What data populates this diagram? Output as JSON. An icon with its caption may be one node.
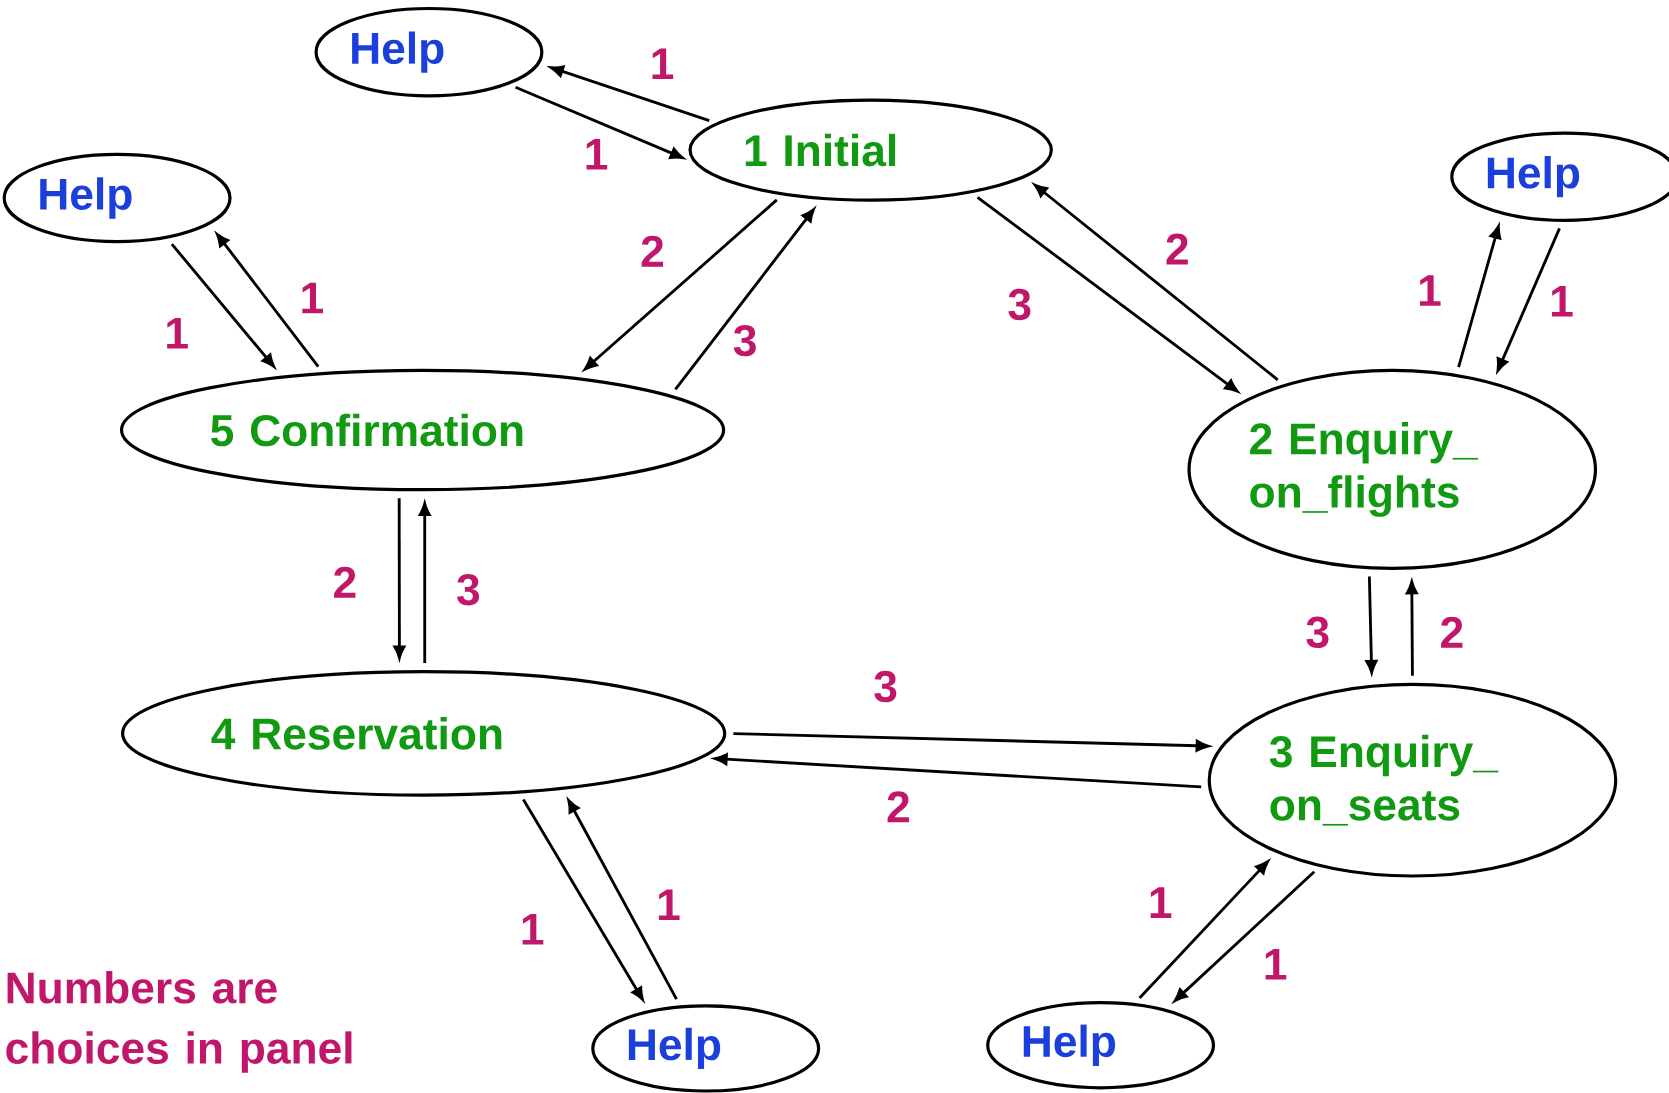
{
  "diagram": {
    "nodes": [
      {
        "text": [
          "1 Initial"
        ]
      },
      {
        "text": [
          "2 Enquiry_ on_flights"
        ]
      },
      {
        "text": [
          "3 Enquiry_ on_seats"
        ]
      },
      {
        "text": [
          "4 Reservation"
        ]
      },
      {
        "text": [
          "5 Confirmation"
        ]
      },
      {
        "text": [
          "Help"
        ]
      },
      {
        "text": [
          "Help"
        ]
      },
      {
        "text": [
          "Help"
        ]
      },
      {
        "text": [
          "Help"
        ]
      },
      {
        "text": [
          "Help"
        ]
      }
    ],
    "edges": [
      {
        "from": 0,
        "to": 5,
        "arrow": "to",
        "label": "1"
      },
      {
        "from": 5,
        "to": 0,
        "arrow": "to",
        "label": "1"
      },
      {
        "from": 0,
        "to": 4,
        "arrow": "to",
        "label": "2"
      },
      {
        "from": 4,
        "to": 0,
        "arrow": "to",
        "label": "3"
      },
      {
        "from": 0,
        "to": 1,
        "arrow": "to",
        "label": "3"
      },
      {
        "from": 1,
        "to": 0,
        "arrow": "to",
        "label": "2"
      },
      {
        "from": 6,
        "to": 4,
        "arrow": "to",
        "label": "1"
      },
      {
        "from": 4,
        "to": 6,
        "arrow": "to",
        "label": "1"
      },
      {
        "from": 1,
        "to": 7,
        "arrow": "to",
        "label": "1"
      },
      {
        "from": 7,
        "to": 1,
        "arrow": "to",
        "label": "1"
      },
      {
        "from": 4,
        "to": 3,
        "arrow": "to",
        "label": "2"
      },
      {
        "from": 3,
        "to": 4,
        "arrow": "to",
        "label": "3"
      },
      {
        "from": 1,
        "to": 2,
        "arrow": "to",
        "label": "3"
      },
      {
        "from": 2,
        "to": 1,
        "arrow": "to",
        "label": "2"
      },
      {
        "from": 3,
        "to": 2,
        "arrow": "to",
        "label": "3"
      },
      {
        "from": 2,
        "to": 3,
        "arrow": "to",
        "label": "2"
      },
      {
        "from": 3,
        "to": 8,
        "arrow": "to",
        "label": "1"
      },
      {
        "from": 8,
        "to": 3,
        "arrow": "to",
        "label": "1"
      },
      {
        "from": 9,
        "to": 2,
        "arrow": "to",
        "label": "1"
      },
      {
        "from": 2,
        "to": 9,
        "arrow": "to",
        "label": "1"
      }
    ],
    "labels": [
      "Numbers are choices in panel"
    ]
  }
}
